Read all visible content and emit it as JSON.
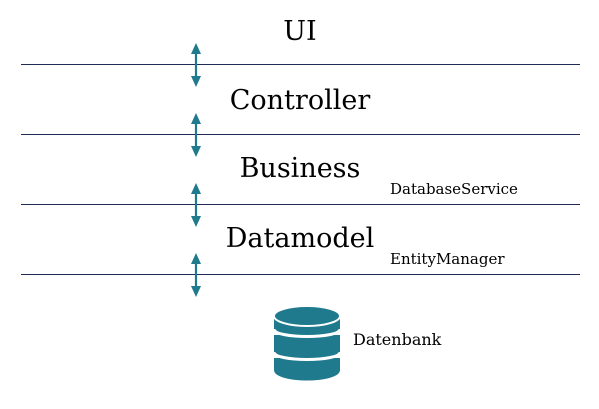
{
  "layers": {
    "ui": "UI",
    "controller": "Controller",
    "business": "Business",
    "datamodel": "Datamodel"
  },
  "components": {
    "business_service": "DatabaseService",
    "datamodel_manager": "EntityManager"
  },
  "database": {
    "label": "Datenbank",
    "icon": "database-icon"
  },
  "colors": {
    "divider": "#1f2a55",
    "accent": "#1e7a8c",
    "text": "#000000"
  }
}
